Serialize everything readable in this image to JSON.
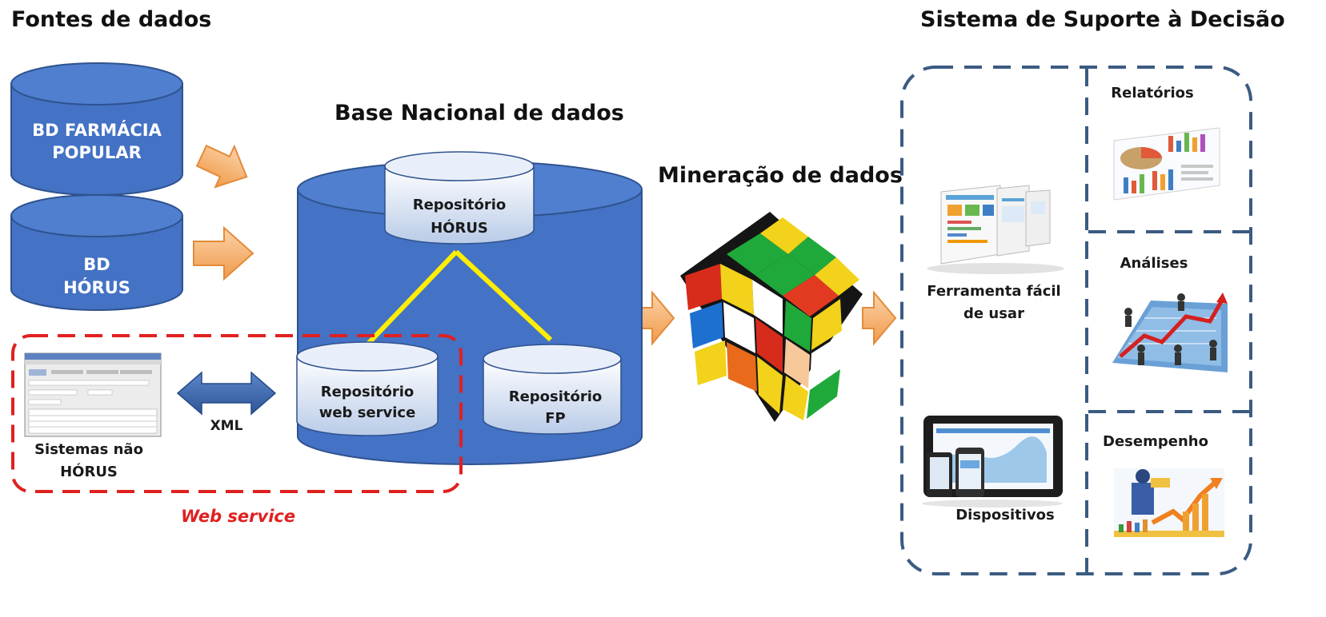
{
  "titles": {
    "sources": "Fontes de dados",
    "base": "Base Nacional de dados",
    "mining": "Mineração de dados",
    "dss": "Sistema de Suporte à Decisão"
  },
  "sources": {
    "farmacia_line1": "BD FARMÁCIA",
    "farmacia_line2": "POPULAR",
    "horus_line1": "BD",
    "horus_line2": "HÓRUS"
  },
  "repos": {
    "horus_line1": "Repositório",
    "horus_line2": "HÓRUS",
    "ws_line1": "Repositório",
    "ws_line2": "web service",
    "fp_line1": "Repositório",
    "fp_line2": "FP"
  },
  "external": {
    "xml": "XML",
    "sistemas_line1": "Sistemas não",
    "sistemas_line2": "HÓRUS",
    "web_service": "Web service"
  },
  "dss": {
    "tool_line1": "Ferramenta fácil",
    "tool_line2": "de usar",
    "devices": "Dispositivos",
    "reports": "Relatórios",
    "analyses": "Análises",
    "performance": "Desempenho"
  },
  "colors": {
    "cylinder_blue": "#4472c4",
    "cylinder_dark": "#2f528f",
    "arrow_orange": "#f4a460",
    "dashed_navy": "#3b5b82",
    "dashed_red": "#e02020",
    "connector_yellow": "#ffee00"
  }
}
